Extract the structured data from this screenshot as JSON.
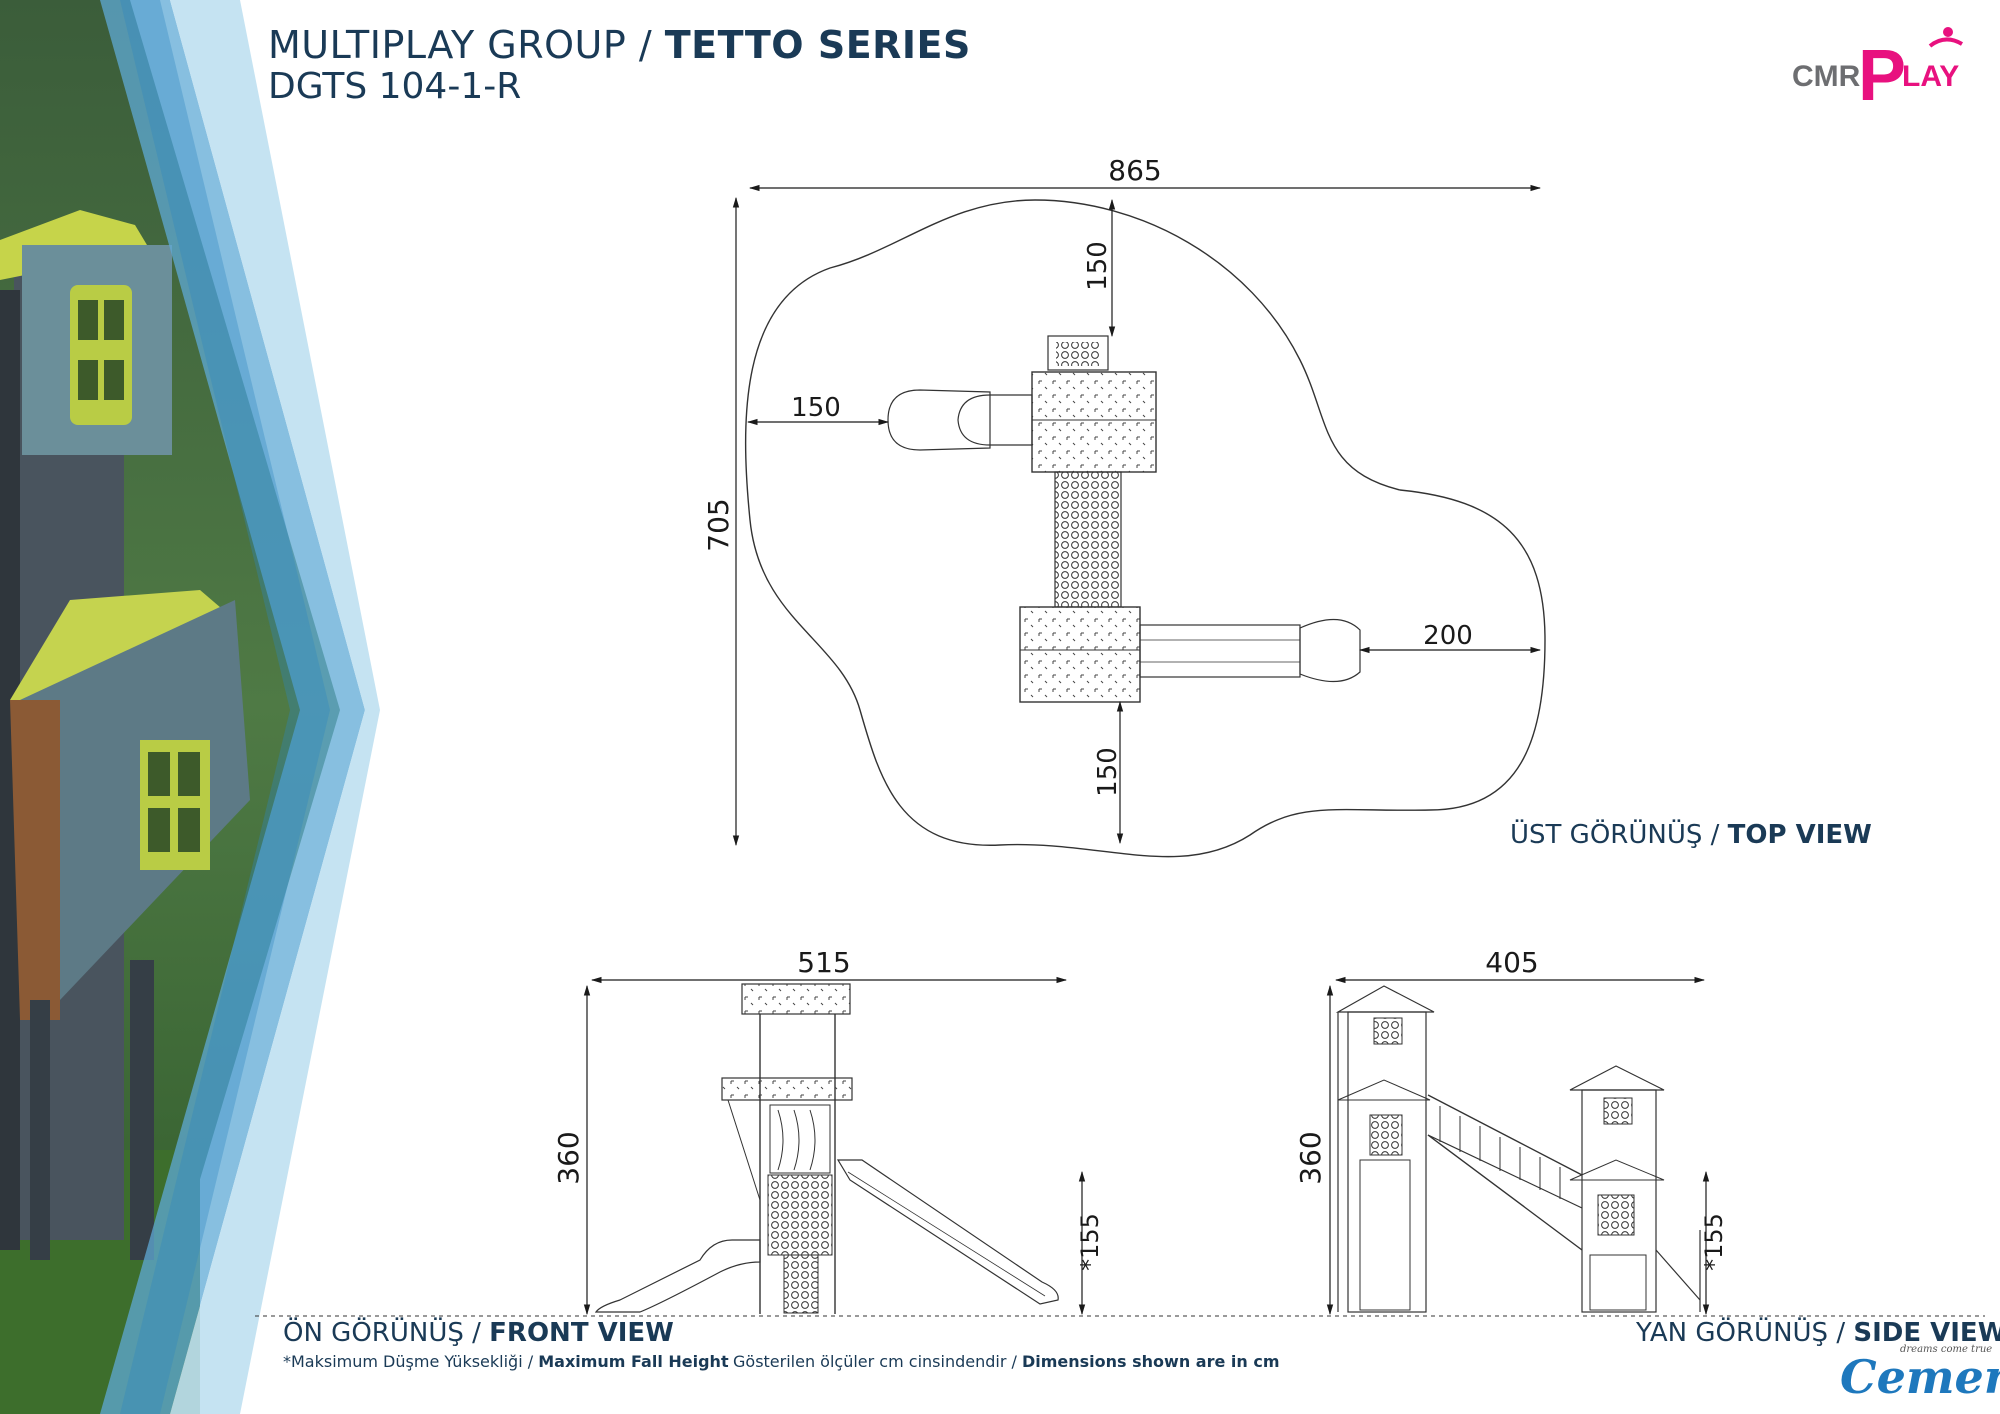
{
  "header": {
    "group_label": "MULTIPLAY GROUP / ",
    "series_label": "TETTO SERIES",
    "product_code": "DGTS 104-1-R"
  },
  "logo": {
    "prefix": "CMR",
    "p_letter": "P",
    "suffix": "LAY",
    "accent_color": "#e8117f",
    "grey_color": "#6d6e71"
  },
  "top_view": {
    "label_tr": "ÜST GÖRÜNÜŞ / ",
    "label_en": "TOP VIEW",
    "width": "865",
    "depth": "705",
    "clearance_top": "150",
    "clearance_left": "150",
    "clearance_right": "200",
    "clearance_bottom": "150"
  },
  "front_view": {
    "label_tr": "ÖN GÖRÜNÜŞ / ",
    "label_en": "FRONT VIEW",
    "width": "515",
    "height": "360",
    "fall_height": "*155"
  },
  "side_view": {
    "label_tr": "YAN GÖRÜNÜŞ / ",
    "label_en": "SIDE VIEW",
    "width": "405",
    "height": "360",
    "fall_height": "*155"
  },
  "footnotes": {
    "fall_tr": "*Maksimum Düşme Yüksekliği / ",
    "fall_en": "Maximum Fall Height",
    "units_tr": "Gösterilen ölçüler cm cinsindendir / ",
    "units_en": "Dimensions shown are in cm"
  },
  "brand": {
    "tagline": "dreams come true",
    "name": "Cemer"
  }
}
